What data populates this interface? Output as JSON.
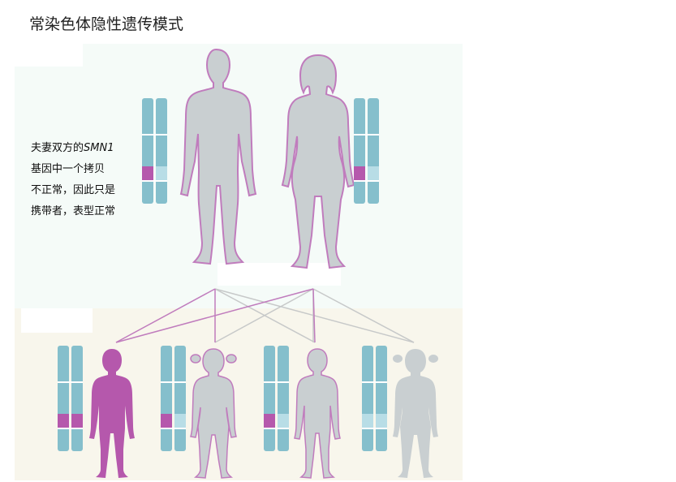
{
  "title": "常染色体隐性遗传模式",
  "description": {
    "prefix": "夫妻双方的",
    "gene": "SMN1",
    "line2": "基因中一个拷贝",
    "line3": "不正常，因此只是",
    "line4": "携带者，表型正常"
  },
  "colors": {
    "chromosome": "#85bfcc",
    "chromosome_light": "#b8dde6",
    "mutant": "#b558ac",
    "figure_gray": "#c9cfd1",
    "outline_purple": "#c07cbd",
    "line_purple": "#c07cbd",
    "line_gray": "#c7c9c9"
  },
  "icons": [
    "male-figure-icon",
    "female-figure-icon",
    "boy-figure-icon",
    "girl-figure-icon",
    "chromosome-pair-icon"
  ]
}
